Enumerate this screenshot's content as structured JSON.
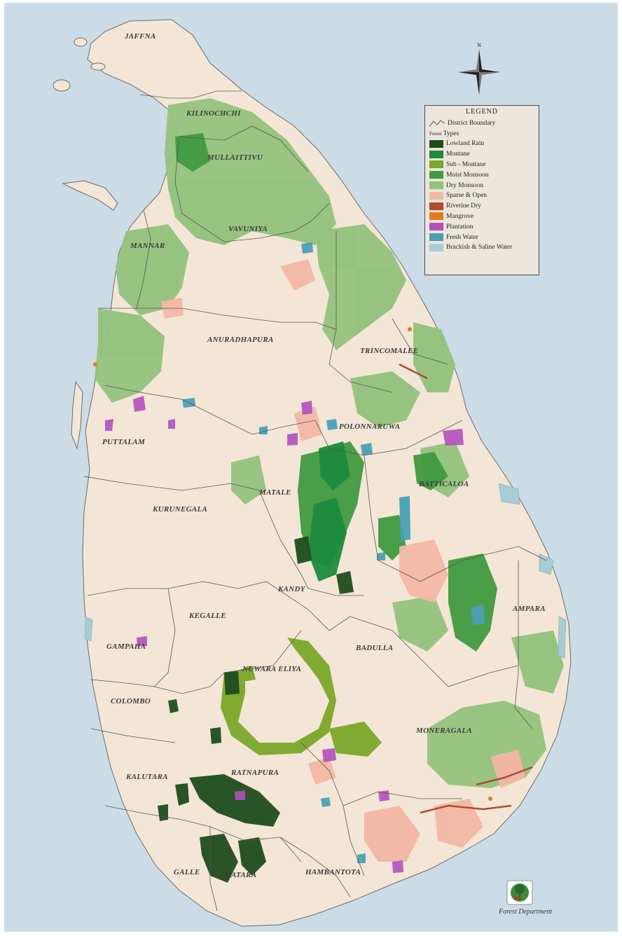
{
  "districts": [
    {
      "id": "jaffna",
      "label": "JAFFNA"
    },
    {
      "id": "kilinochchi",
      "label": "KILINOCHCHI"
    },
    {
      "id": "mullaitivu",
      "label": "MULLAITTIVU"
    },
    {
      "id": "vavuniya",
      "label": "VAVUNIYA"
    },
    {
      "id": "mannar",
      "label": "MANNAR"
    },
    {
      "id": "anuradhapura",
      "label": "ANURADHAPURA"
    },
    {
      "id": "trincomalee",
      "label": "TRINCOMALEE"
    },
    {
      "id": "polonnaruwa",
      "label": "POLONNARUWA"
    },
    {
      "id": "puttalam",
      "label": "PUTTALAM"
    },
    {
      "id": "batticaloa",
      "label": "BATTICALOA"
    },
    {
      "id": "kurunegala",
      "label": "KURUNEGALA"
    },
    {
      "id": "matale",
      "label": "MATALE"
    },
    {
      "id": "kandy",
      "label": "KANDY"
    },
    {
      "id": "kegalle",
      "label": "KEGALLE"
    },
    {
      "id": "ampara",
      "label": "AMPARA"
    },
    {
      "id": "gampaha",
      "label": "GAMPAHA"
    },
    {
      "id": "badulla",
      "label": "BADULLA"
    },
    {
      "id": "nuwara-eliya",
      "label": "NUWARA ELIYA"
    },
    {
      "id": "colombo",
      "label": "COLOMBO"
    },
    {
      "id": "moneragala",
      "label": "MONERAGALA"
    },
    {
      "id": "kalutara",
      "label": "KALUTARA"
    },
    {
      "id": "ratnapura",
      "label": "RATNAPURA"
    },
    {
      "id": "galle",
      "label": "GALLE"
    },
    {
      "id": "matara",
      "label": "MATARA"
    },
    {
      "id": "hambantota",
      "label": "HAMBANTOTA"
    }
  ],
  "compass": {
    "north_label": "N"
  },
  "legend": {
    "title": "LEGEND",
    "boundary_label": "District Boundary",
    "types_prefix": "Forest",
    "types_label": "Types",
    "items": [
      {
        "label": "Lowland Rain",
        "color": "#1f4d1f"
      },
      {
        "label": "Montane",
        "color": "#1e8a3c"
      },
      {
        "label": "Sub - Montane",
        "color": "#7aa62a"
      },
      {
        "label": "Moist Monsoon",
        "color": "#3f9a3f"
      },
      {
        "label": "Dry Monsoon",
        "color": "#93c27c"
      },
      {
        "label": "Sparse & Open",
        "color": "#f2b7a4"
      },
      {
        "label": "Riverine Dry",
        "color": "#b04a2a"
      },
      {
        "label": "Mangrove",
        "color": "#e07a1c"
      },
      {
        "label": "Plantation",
        "color": "#b24fbf"
      },
      {
        "label": "Fresh Water",
        "color": "#4aa0b5"
      },
      {
        "label": "Brackish & Saline Water",
        "color": "#a7ccd6"
      }
    ]
  },
  "footer": {
    "department": "Forest Department"
  },
  "colors": {
    "sea": "#cbdce6",
    "land": "#f4e6d6",
    "boundary": "#555555"
  }
}
